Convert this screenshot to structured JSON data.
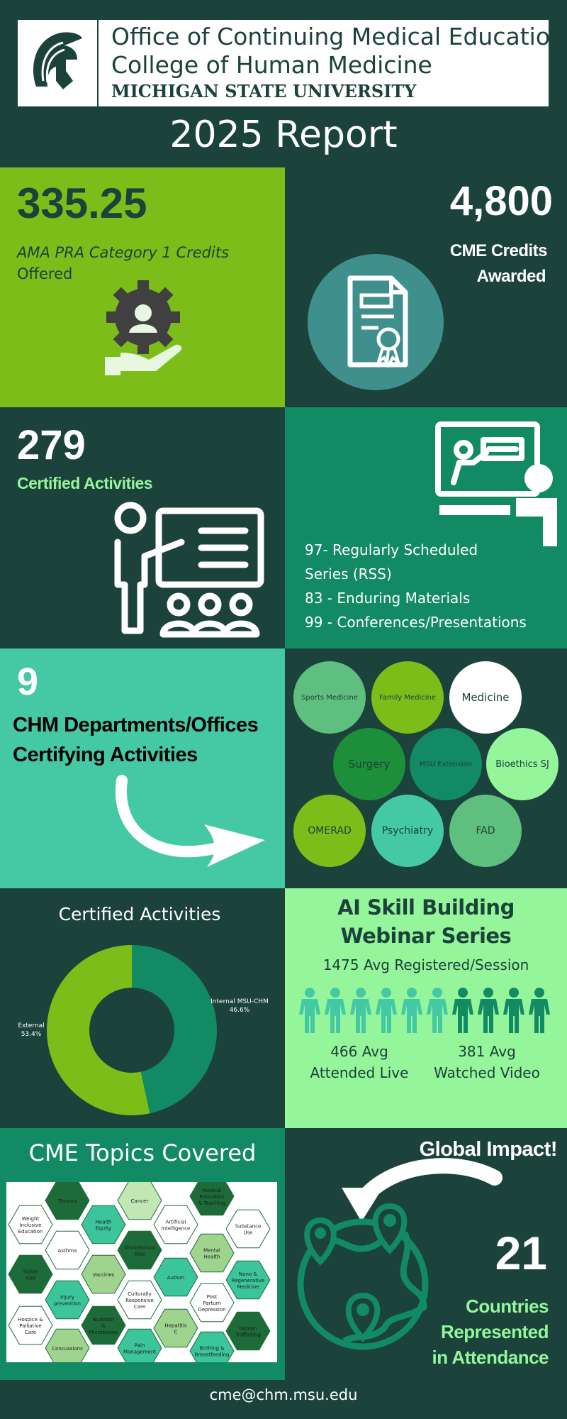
{
  "header": {
    "line1": "Office of Continuing Medical Education",
    "line2": "College of Human Medicine",
    "line3": "MICHIGAN STATE UNIVERSITY",
    "logo_icon": "spartan-helmet-icon"
  },
  "title": "2025 Report",
  "credits_offered": {
    "value": "335.25",
    "label_italic": "AMA PRA Category 1 Credits",
    "label_rest": "Offered",
    "icon": "gear-hand-icon"
  },
  "credits_awarded": {
    "value": "4,800",
    "label1": "CME Credits",
    "label2": "Awarded",
    "icon": "certificate-icon"
  },
  "certified_activities": {
    "value": "279",
    "label": "Certified Activities",
    "icon": "teacher-class-icon"
  },
  "activity_types": {
    "icon": "presentation-icon",
    "lines": [
      "97- Regularly Scheduled",
      "Series (RSS)",
      "83 - Enduring Materials",
      "99 - Conferences/Presentations"
    ]
  },
  "departments": {
    "value": "9",
    "label1": "CHM Departments/Offices",
    "label2": "Certifying Activities",
    "icon": "curved-arrow-icon"
  },
  "dept_bubbles": [
    {
      "name": "Sports Medicine",
      "color": "#5fbf7e"
    },
    {
      "name": "Family Medicine",
      "color": "#7dbd1a"
    },
    {
      "name": "Medicine",
      "color": "#ffffff"
    },
    {
      "name": "Surgery",
      "color": "#1d8f3a"
    },
    {
      "name": "MSU Extension",
      "color": "#128a64"
    },
    {
      "name": "Bioethics SJ",
      "color": "#95f59a"
    },
    {
      "name": "OMERAD",
      "color": "#7dbd1a"
    },
    {
      "name": "Psychiatry",
      "color": "#45c9a4"
    },
    {
      "name": "FAD",
      "color": "#5fbf7e"
    }
  ],
  "certified_chart": {
    "title": "Certified Activities",
    "chart_data": {
      "type": "pie",
      "title": "Certified Activities",
      "categories": [
        "Internal MSU-CHM",
        "External"
      ],
      "values": [
        46.6,
        53.4
      ],
      "labels": [
        "46.6%",
        "53.4%"
      ],
      "colors": [
        "#128a64",
        "#7dbd1a"
      ],
      "donut": true
    }
  },
  "webinar": {
    "title1": "AI Skill Building",
    "title2": "Webinar Series",
    "avg_registered": "1475 Avg Registered/Session",
    "live_value": "466 Avg",
    "live_label": "Attended Live",
    "video_value": "381 Avg",
    "video_label": "Watched Video",
    "icon": "person-icon"
  },
  "topics": {
    "title": "CME Topics Covered",
    "items": [
      "Trauma",
      "Cancer",
      "Medical Education & Teaching",
      "Weight Inclusive Education",
      "Health Equity",
      "Artificial Intelligence",
      "Substance Use",
      "Asthma",
      "Unconscious Bias",
      "Mental Health",
      "Sickle Cell",
      "Vaccines",
      "Autism",
      "Nano & Regenerative Medicine",
      "Injury prevention",
      "Culturally Responsive Care",
      "Post Partum Depression",
      "Hospice & Palliative Care",
      "Nutrition & Microbiome",
      "Hepatitis C",
      "Human Trafficking",
      "Concussions",
      "Pain Management",
      "Birthing & Breastfeeding"
    ]
  },
  "global": {
    "heading": "Global Impact!",
    "value": "21",
    "label1": "Countries",
    "label2": "Represented",
    "label3": "in Attendance",
    "icon": "globe-pins-icon"
  },
  "footer": {
    "email": "cme@chm.msu.edu"
  }
}
